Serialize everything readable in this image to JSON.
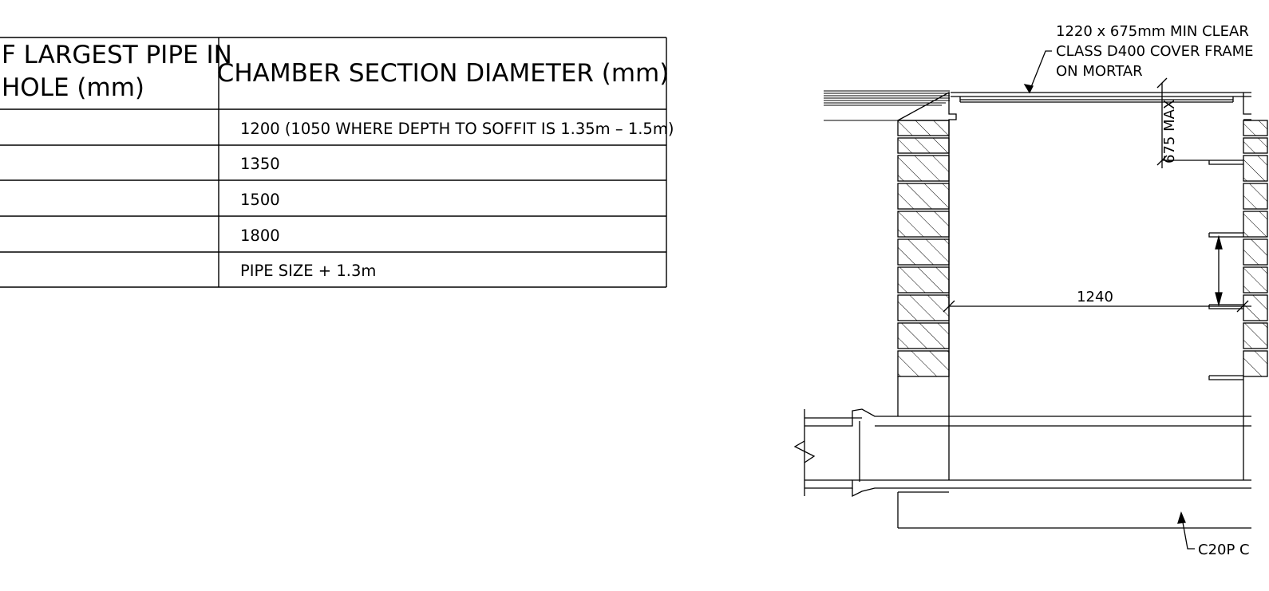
{
  "table": {
    "header_left_line1": "F LARGEST PIPE IN",
    "header_left_line2": "HOLE (mm)",
    "header_right": "CHAMBER SECTION DIAMETER (mm)",
    "rows": [
      {
        "diameter": "1200 (1050 WHERE DEPTH TO SOFFIT IS 1.35m – 1.5m)"
      },
      {
        "diameter": "1350"
      },
      {
        "diameter": "1500"
      },
      {
        "diameter": "1800"
      },
      {
        "diameter": "PIPE SIZE + 1.3m"
      }
    ]
  },
  "section": {
    "cover_note": [
      "1220 x 675mm MIN CLEAR",
      "CLASS D400 COVER FRAME",
      "ON MORTAR"
    ],
    "dim_675": "675 MAX",
    "dim_width": "1240",
    "base_note": "C20P C"
  }
}
